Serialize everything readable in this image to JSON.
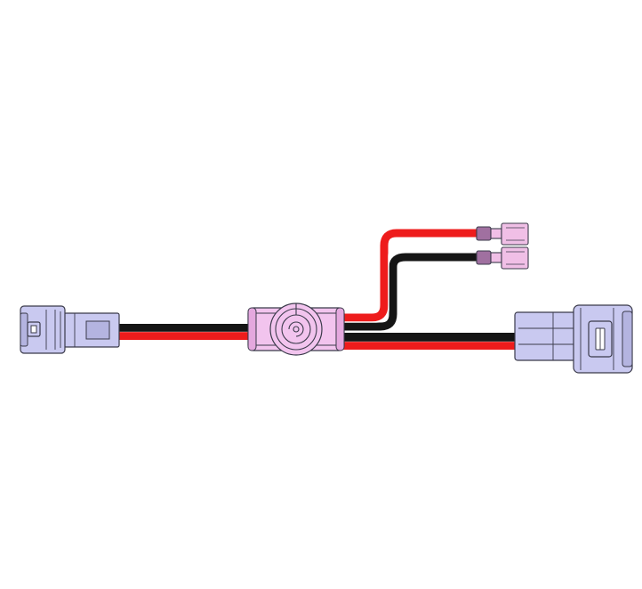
{
  "diagram": {
    "subject": "wire-harness",
    "components": [
      {
        "id": "left-connector",
        "kind": "2-pin housing connector"
      },
      {
        "id": "inline-module",
        "kind": "inline module with round cap"
      },
      {
        "id": "right-connector",
        "kind": "3-row housing connector"
      },
      {
        "id": "spade-terminal-top",
        "kind": "female spade terminal"
      },
      {
        "id": "spade-terminal-bottom",
        "kind": "female spade terminal"
      }
    ],
    "wires": [
      {
        "id": "left-pair",
        "colors": [
          "black",
          "red"
        ]
      },
      {
        "id": "right-pair",
        "colors": [
          "black",
          "red"
        ]
      },
      {
        "id": "branch-red",
        "color": "red",
        "to": "spade-terminal-top"
      },
      {
        "id": "branch-black",
        "color": "black",
        "to": "spade-terminal-bottom"
      }
    ]
  },
  "colors": {
    "background": "#ffffff",
    "outline": "#3a3a4a",
    "connector_fill": "#c9c9f0",
    "connector_shade": "#b4b4e0",
    "module_fill": "#f2c4ee",
    "module_shade": "#e4a8de",
    "terminal_fill": "#f0bfe6",
    "terminal_dark": "#a070a0",
    "wire_red": "#ee1c1c",
    "wire_black": "#151515",
    "wire_highlight": "#ffffff"
  }
}
